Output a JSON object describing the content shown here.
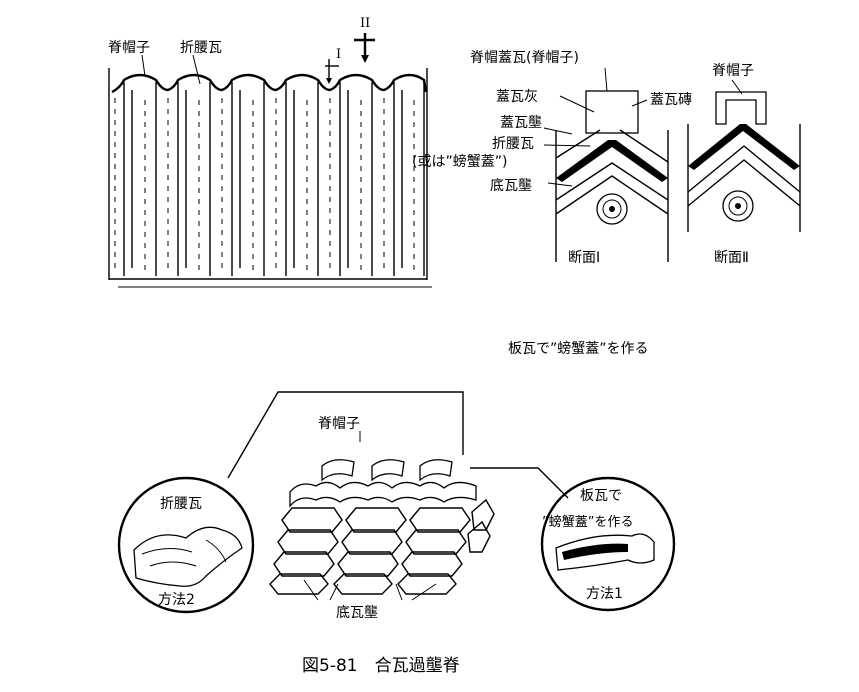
{
  "caption": "図5-81　合瓦過壟脊",
  "elevation": {
    "label_ridge_cap": "脊帽子",
    "label_folded_tile": "折腰瓦",
    "section_mark_1": "I",
    "section_mark_2": "II"
  },
  "section_1": {
    "label_cap_tile": "脊帽蓋瓦(脊帽子)",
    "label_lime": "蓋瓦灰",
    "label_cover_ridge": "蓋瓦壟",
    "label_folded_tile": "折腰瓦",
    "label_or_pangxie": "(或は”螃蟹蓋”)",
    "label_bottom_ridge": "底瓦壟",
    "label_cover_brick": "蓋瓦磚",
    "title": "断面Ⅰ"
  },
  "section_2": {
    "label_ridge_cap": "脊帽子",
    "title": "断面Ⅱ"
  },
  "note_pangxie": "板瓦で”螃蟹蓋”を作る",
  "perspective": {
    "label_ridge_cap": "脊帽子",
    "label_folded_tile": "折腰瓦",
    "label_method2": "方法2",
    "label_bottom_ridge": "底瓦壟",
    "label_plate_line1": "板瓦で",
    "label_plate_line2": "”螃蟹蓋”を作る",
    "label_method1": "方法1"
  }
}
